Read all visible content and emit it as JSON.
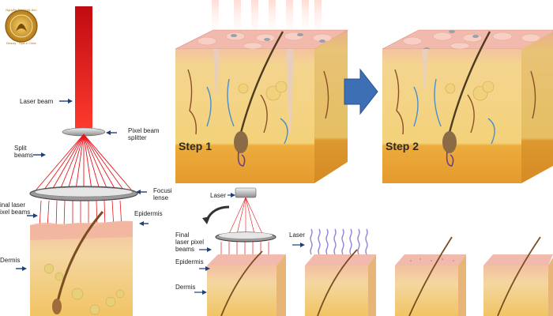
{
  "logo": {
    "line1": "Nguyễn Thị Hồng Ánh",
    "line2": "Beauty · Spa & Clinic"
  },
  "left_panel": {
    "labels": {
      "laser_beam": "Laser beam",
      "pixel_beam_splitter_1": "Pixel beam",
      "pixel_beam_splitter_2": "splitter",
      "split_beams_1": "Split",
      "split_beams_2": "beams",
      "focusing_lens_1": "Focusi",
      "focusing_lens_2": "lense",
      "final_laser_1": "inal laser",
      "final_laser_2": "ixel beams",
      "epidermis": "Epidermis",
      "dermis": "Dermis"
    }
  },
  "top_right": {
    "step1": "Step 1",
    "step2": "Step 2"
  },
  "bottom_right": {
    "labels": {
      "laser": "Laser",
      "final_1": "Final",
      "final_2": "laser pixel",
      "final_3": "beams",
      "epidermis": "Epidermis",
      "dermis": "Dermis",
      "laser_side": "Laser"
    }
  },
  "colors": {
    "laser_red": "#e8141b",
    "skin_top": "#f4b6a6",
    "epidermis": "#f0c9a0",
    "dermis": "#f3d27a",
    "fat": "#e9a93a",
    "arrow_blue": "#3d6fb4"
  }
}
